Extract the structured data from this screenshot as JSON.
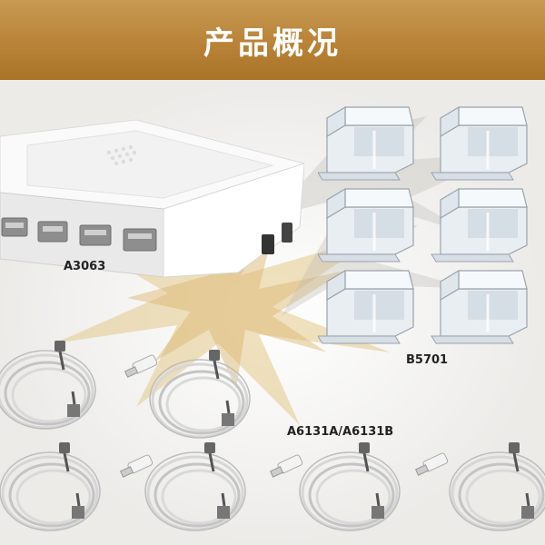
{
  "header": {
    "title": "产品概况"
  },
  "products": {
    "hub": {
      "model": "A3063"
    },
    "holder": {
      "model": "B5701"
    },
    "cable": {
      "model": "A6131A/A6131B"
    }
  },
  "colors": {
    "header_gold": "#b98338",
    "splash": "#e2c07a",
    "device_white": "#f1f1f1"
  }
}
